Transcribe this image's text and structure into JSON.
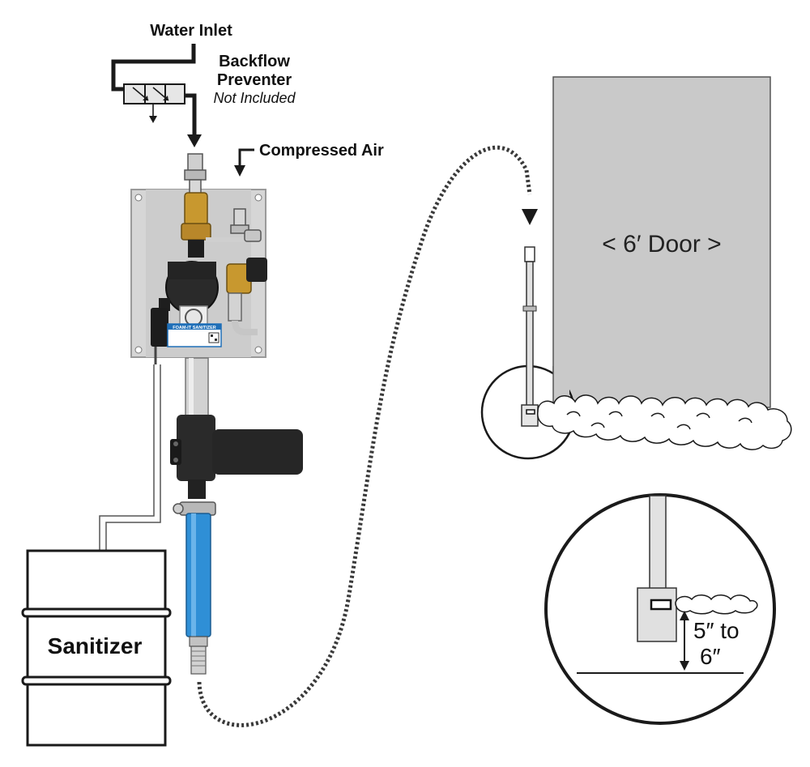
{
  "labels": {
    "water_inlet": "Water Inlet",
    "backflow_line1": "Backflow",
    "backflow_line2": "Preventer",
    "backflow_note": "Not Included",
    "compressed_air": "Compressed Air",
    "door": "< 6′ Door >",
    "sanitizer": "Sanitizer",
    "height_line1": "5″ to",
    "height_line2": "6″"
  },
  "unit_label": {
    "brand": "FOAM-IT SANITIZER"
  },
  "colors": {
    "outline": "#1a1a1a",
    "door_fill": "#c9c9c9",
    "panel_fill": "#d4d4d4",
    "hose_blue": "#2f8fd6",
    "brass": "#c8982f",
    "dark_body": "#2a2a2a",
    "label_blue": "#1f6fb8"
  }
}
